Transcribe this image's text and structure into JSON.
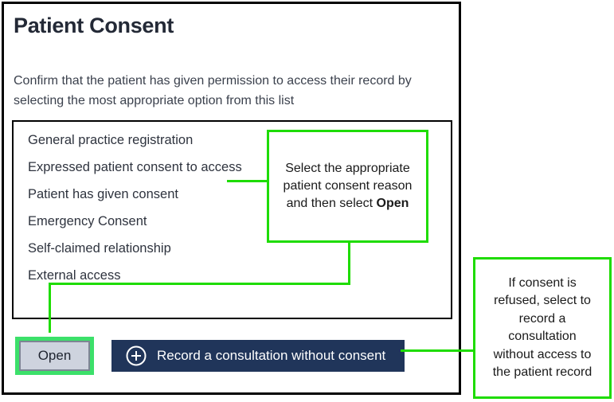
{
  "dialog": {
    "title": "Patient Consent",
    "description": "Confirm that the patient has given permission to access their record by selecting the most appropriate option from this list",
    "consent_options": [
      "General practice registration",
      "Expressed patient consent to access",
      "Patient has given consent",
      "Emergency Consent",
      "Self-claimed relationship",
      "External access"
    ],
    "open_button_label": "Open",
    "record_button_label": "Record a consultation without consent"
  },
  "annotations": {
    "callout_select": {
      "text_before_bold": "Select the appropriate patient consent reason and then select ",
      "bold_text": "Open"
    },
    "callout_refused": {
      "text": "If consent is refused, select to record a consultation without access to the patient record"
    }
  },
  "icons": {
    "plus_icon": "circled-plus"
  },
  "colors": {
    "annotation_green": "#1edc00",
    "highlight_green": "#3ce06a",
    "button_navy": "#20355a",
    "title_color": "#232936"
  }
}
